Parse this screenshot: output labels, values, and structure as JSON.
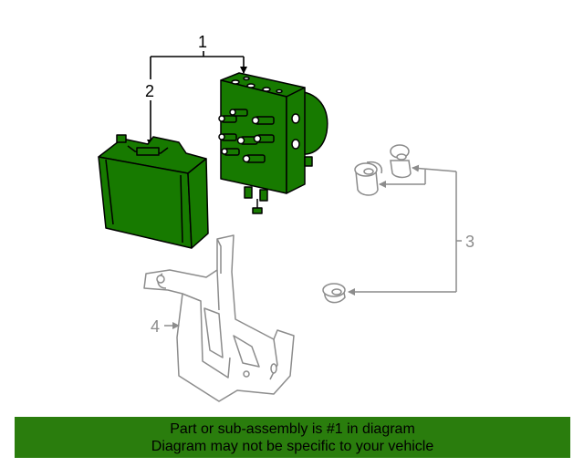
{
  "diagram": {
    "callouts": {
      "item1": "1",
      "item2": "2",
      "item3": "3",
      "item4": "4"
    },
    "colors": {
      "highlight_fill": "#177a00",
      "outline_dark": "#000000",
      "outline_gray": "#8c8c8c",
      "banner_bg": "#2a7d0d"
    },
    "parts": [
      "abs-modulator-assembly",
      "electronic-control-module",
      "bracket-grommets",
      "mounting-bracket"
    ]
  },
  "banner": {
    "line1": "Part or sub-assembly is #1 in diagram",
    "line2": "Diagram may not be specific to your vehicle"
  }
}
